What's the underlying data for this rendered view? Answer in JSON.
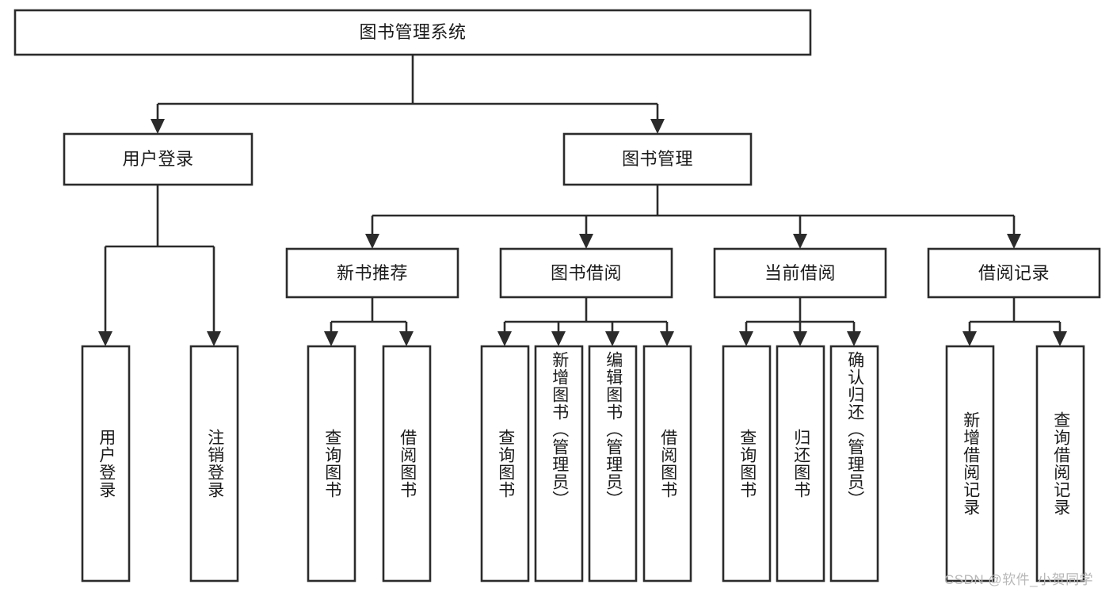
{
  "diagram": {
    "title": "图书管理系统",
    "watermark": "CSDN @软件_小贺同学",
    "root": {
      "label": "图书管理系统"
    },
    "level2": [
      {
        "label": "用户登录"
      },
      {
        "label": "图书管理"
      }
    ],
    "level3": [
      {
        "label": "新书推荐"
      },
      {
        "label": "图书借阅"
      },
      {
        "label": "当前借阅"
      },
      {
        "label": "借阅记录"
      }
    ],
    "leaves": {
      "user_login": [
        {
          "label": "用户登录"
        },
        {
          "label": "注销登录"
        }
      ],
      "new_book": [
        {
          "label": "查询图书"
        },
        {
          "label": "借阅图书"
        }
      ],
      "book_borrow": [
        {
          "label": "查询图书"
        },
        {
          "label": "新增图书（管理员）"
        },
        {
          "label": "编辑图书（管理员）"
        },
        {
          "label": "借阅图书"
        }
      ],
      "current_borrow": [
        {
          "label": "查询图书"
        },
        {
          "label": "归还图书"
        },
        {
          "label": "确认归还（管理员）"
        }
      ],
      "borrow_record": [
        {
          "label": "新增借阅记录"
        },
        {
          "label": "查询借阅记录"
        }
      ]
    }
  },
  "colors": {
    "stroke": "#2b2b2b",
    "box_fill": "#ffffff",
    "text": "#1b1b1b",
    "watermark": "#b8b8b8",
    "background": "#ffffff"
  }
}
